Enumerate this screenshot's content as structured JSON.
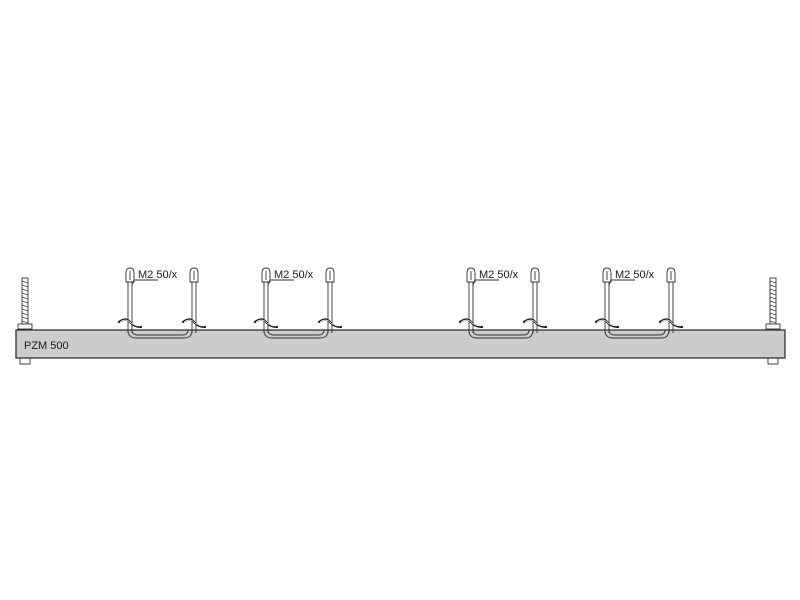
{
  "beam": {
    "label": "PZM 500",
    "fill_color": "#cccccc"
  },
  "supports": [
    {
      "label": "M2 50/x"
    },
    {
      "label": "M2 50/x"
    },
    {
      "label": "M2 50/x"
    },
    {
      "label": "M2 50/x"
    }
  ],
  "colors": {
    "line": "#333333",
    "cable": "#111111",
    "background": "#ffffff"
  }
}
